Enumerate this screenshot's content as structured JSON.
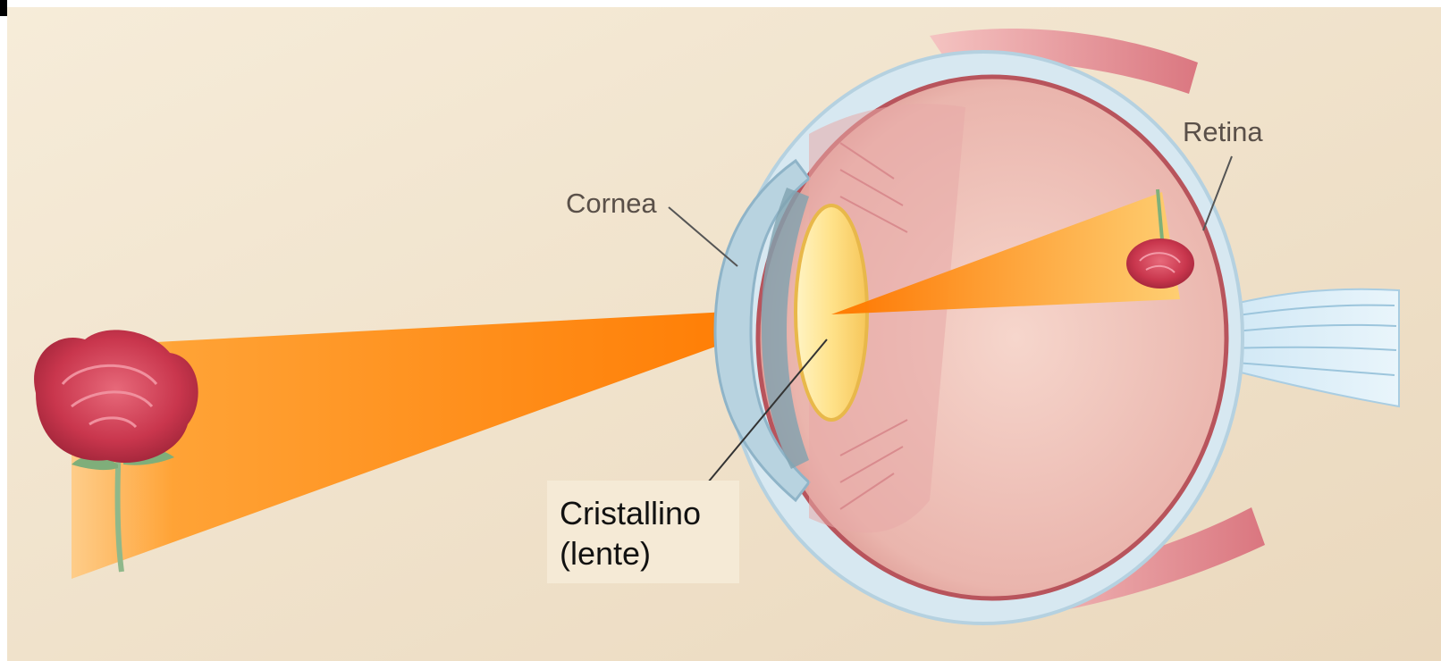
{
  "labels": {
    "cornea": "Cornea",
    "retina": "Retina",
    "lens_line1": "Cristallino",
    "lens_line2": "(lente)"
  },
  "colors": {
    "background_light": "#f6ecd9",
    "background_dark": "#ecdcc1",
    "light_beam": "#ff8000",
    "lens": "#ffe07a",
    "eye_inner": "#f3cbc4",
    "sclera": "#cfe3ee",
    "rose": "#d23f55"
  }
}
